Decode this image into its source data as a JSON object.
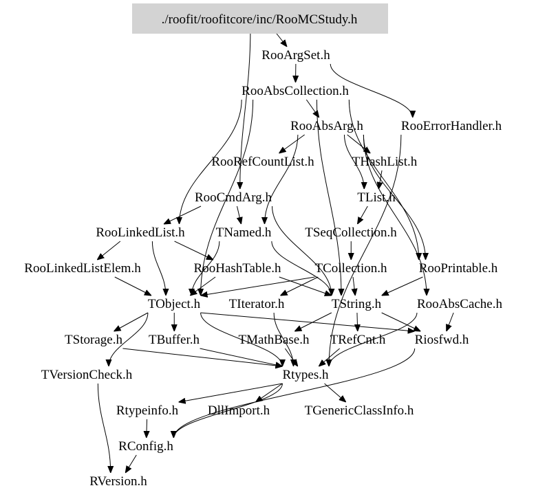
{
  "title": "./roofit/roofitcore/inc/RooMCStudy.h",
  "colors": {
    "root_fill": "#d3d3d3",
    "edge": "#000000",
    "text": "#000000"
  },
  "nodes": [
    {
      "id": "root",
      "label": "./roofit/roofitcore/inc/RooMCStudy.h",
      "highlight": true
    },
    {
      "id": "RooArgSet",
      "label": "RooArgSet.h"
    },
    {
      "id": "RooAbsCollection",
      "label": "RooAbsCollection.h"
    },
    {
      "id": "RooAbsArg",
      "label": "RooAbsArg.h"
    },
    {
      "id": "RooErrorHandler",
      "label": "RooErrorHandler.h"
    },
    {
      "id": "RooRefCountList",
      "label": "RooRefCountList.h"
    },
    {
      "id": "THashList",
      "label": "THashList.h"
    },
    {
      "id": "RooCmdArg",
      "label": "RooCmdArg.h"
    },
    {
      "id": "TList",
      "label": "TList.h"
    },
    {
      "id": "RooLinkedList",
      "label": "RooLinkedList.h"
    },
    {
      "id": "TNamed",
      "label": "TNamed.h"
    },
    {
      "id": "TSeqCollection",
      "label": "TSeqCollection.h"
    },
    {
      "id": "RooLinkedListElem",
      "label": "RooLinkedListElem.h"
    },
    {
      "id": "RooHashTable",
      "label": "RooHashTable.h"
    },
    {
      "id": "TCollection",
      "label": "TCollection.h"
    },
    {
      "id": "RooPrintable",
      "label": "RooPrintable.h"
    },
    {
      "id": "TObject",
      "label": "TObject.h"
    },
    {
      "id": "TIterator",
      "label": "TIterator.h"
    },
    {
      "id": "TString",
      "label": "TString.h"
    },
    {
      "id": "RooAbsCache",
      "label": "RooAbsCache.h"
    },
    {
      "id": "TStorage",
      "label": "TStorage.h"
    },
    {
      "id": "TBuffer",
      "label": "TBuffer.h"
    },
    {
      "id": "TMathBase",
      "label": "TMathBase.h"
    },
    {
      "id": "TRefCnt",
      "label": "TRefCnt.h"
    },
    {
      "id": "Riosfwd",
      "label": "Riosfwd.h"
    },
    {
      "id": "TVersionCheck",
      "label": "TVersionCheck.h"
    },
    {
      "id": "Rtypes",
      "label": "Rtypes.h"
    },
    {
      "id": "Rtypeinfo",
      "label": "Rtypeinfo.h"
    },
    {
      "id": "DllImport",
      "label": "DllImport.h"
    },
    {
      "id": "TGenericClassInfo",
      "label": "TGenericClassInfo.h"
    },
    {
      "id": "RConfig",
      "label": "RConfig.h"
    },
    {
      "id": "RVersion",
      "label": "RVersion.h"
    }
  ],
  "edges": [
    [
      "root",
      "RooArgSet"
    ],
    [
      "root",
      "RooCmdArg"
    ],
    [
      "RooArgSet",
      "RooAbsCollection"
    ],
    [
      "RooArgSet",
      "RooErrorHandler"
    ],
    [
      "RooAbsCollection",
      "RooAbsArg"
    ],
    [
      "RooAbsCollection",
      "RooLinkedList"
    ],
    [
      "RooAbsCollection",
      "TString"
    ],
    [
      "RooAbsCollection",
      "RooPrintable"
    ],
    [
      "RooAbsCollection",
      "TObject"
    ],
    [
      "RooAbsArg",
      "RooRefCountList"
    ],
    [
      "RooAbsArg",
      "THashList"
    ],
    [
      "RooAbsArg",
      "TNamed"
    ],
    [
      "RooAbsArg",
      "RooPrintable"
    ],
    [
      "RooAbsArg",
      "RooAbsCache"
    ],
    [
      "RooAbsArg",
      "TList"
    ],
    [
      "RooErrorHandler",
      "Rtypes"
    ],
    [
      "THashList",
      "TList"
    ],
    [
      "RooCmdArg",
      "RooLinkedList"
    ],
    [
      "RooCmdArg",
      "TNamed"
    ],
    [
      "RooCmdArg",
      "TString"
    ],
    [
      "TList",
      "TSeqCollection"
    ],
    [
      "RooLinkedList",
      "RooLinkedListElem"
    ],
    [
      "RooLinkedList",
      "RooHashTable"
    ],
    [
      "RooLinkedList",
      "TObject"
    ],
    [
      "TNamed",
      "TObject"
    ],
    [
      "TNamed",
      "TString"
    ],
    [
      "TSeqCollection",
      "TCollection"
    ],
    [
      "RooLinkedListElem",
      "TObject"
    ],
    [
      "RooHashTable",
      "TObject"
    ],
    [
      "RooHashTable",
      "TString"
    ],
    [
      "TCollection",
      "TObject"
    ],
    [
      "TCollection",
      "TIterator"
    ],
    [
      "TCollection",
      "TString"
    ],
    [
      "RooPrintable",
      "TString"
    ],
    [
      "TObject",
      "TStorage"
    ],
    [
      "TObject",
      "TBuffer"
    ],
    [
      "TObject",
      "TVersionCheck"
    ],
    [
      "TObject",
      "Riosfwd"
    ],
    [
      "TObject",
      "Rtypes"
    ],
    [
      "TIterator",
      "Rtypes"
    ],
    [
      "TString",
      "TMathBase"
    ],
    [
      "TString",
      "TRefCnt"
    ],
    [
      "TString",
      "Riosfwd"
    ],
    [
      "RooAbsCache",
      "Riosfwd"
    ],
    [
      "RooAbsCache",
      "Rtypes"
    ],
    [
      "TStorage",
      "Rtypes"
    ],
    [
      "TBuffer",
      "Rtypes"
    ],
    [
      "TMathBase",
      "Rtypes"
    ],
    [
      "TRefCnt",
      "Rtypes"
    ],
    [
      "Riosfwd",
      "RConfig"
    ],
    [
      "TVersionCheck",
      "RVersion"
    ],
    [
      "Rtypes",
      "Rtypeinfo"
    ],
    [
      "Rtypes",
      "DllImport"
    ],
    [
      "Rtypes",
      "TGenericClassInfo"
    ],
    [
      "Rtypes",
      "RConfig"
    ],
    [
      "Rtypeinfo",
      "RConfig"
    ],
    [
      "RConfig",
      "RVersion"
    ]
  ]
}
